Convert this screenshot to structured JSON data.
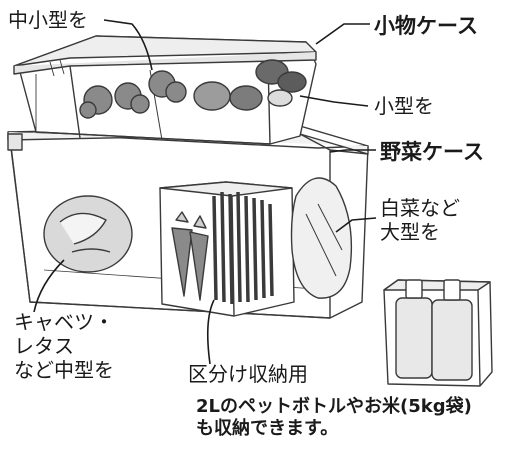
{
  "labels": {
    "small_medium": "中小型を",
    "small_case": "小物ケース",
    "small_type": "小型を",
    "vegetable_case": "野菜ケース",
    "napa_large": "白菜など\n大型を",
    "cabbage_medium": "キャベツ・\nレタス\nなど中型を",
    "divided_storage": "区分け収納用",
    "bottle_note": "2Lのペットボトルやお米(5kg袋)\nも収納できます。"
  },
  "colors": {
    "line": "#3a3a3a",
    "fill_light": "#f2f2f2",
    "fill_mid": "#d9d9d9",
    "fill_dark": "#9a9a9a",
    "text": "#1a1a1a"
  }
}
